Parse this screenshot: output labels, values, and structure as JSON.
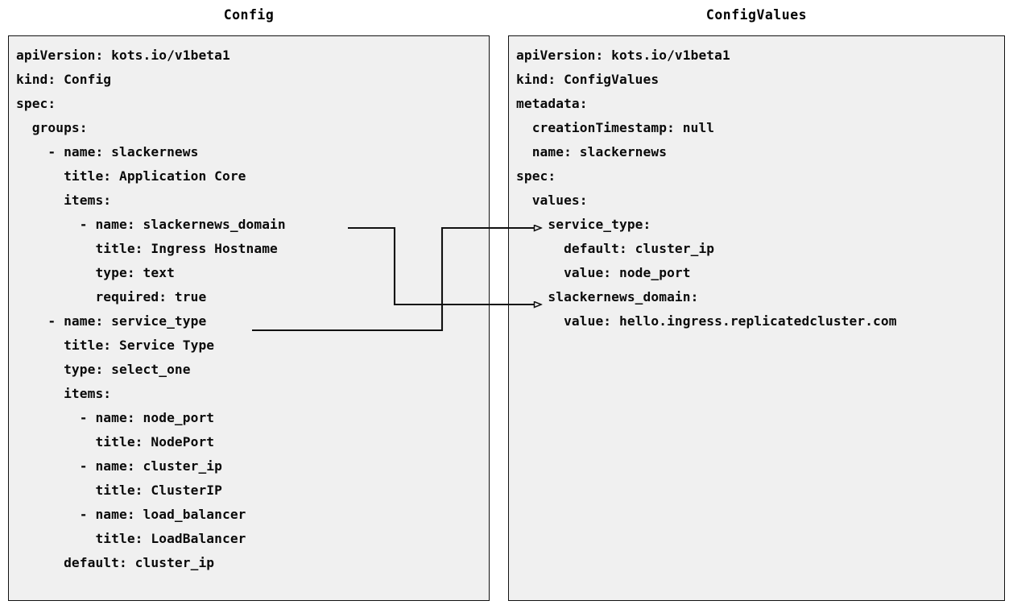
{
  "diagram": {
    "type": "two-panel-yaml-mapping",
    "background_color": "#ffffff",
    "panel_fill": "#f0f0f0",
    "panel_border": "#111111",
    "text_color": "#0a0a0a",
    "connector_color": "#111111"
  },
  "left_panel": {
    "title": "Config",
    "kind": "Config",
    "lines": [
      "apiVersion: kots.io/v1beta1",
      "kind: Config",
      "spec:",
      "  groups:",
      "    - name: slackernews",
      "      title: Application Core",
      "      items:",
      "        - name: slackernews_domain",
      "          title: Ingress Hostname",
      "          type: text",
      "          required: true",
      "    - name: service_type",
      "      title: Service Type",
      "      type: select_one",
      "      items:",
      "        - name: node_port",
      "          title: NodePort",
      "        - name: cluster_ip",
      "          title: ClusterIP",
      "        - name: load_balancer",
      "          title: LoadBalancer",
      "      default: cluster_ip"
    ]
  },
  "right_panel": {
    "title": "ConfigValues",
    "kind": "ConfigValues",
    "lines": [
      "apiVersion: kots.io/v1beta1",
      "kind: ConfigValues",
      "metadata:",
      "  creationTimestamp: null",
      "  name: slackernews",
      "spec:",
      "  values:",
      "    service_type:",
      "      default: cluster_ip",
      "      value: node_port",
      "    slackernews_domain:",
      "      value: hello.ingress.replicatedcluster.com"
    ]
  },
  "connectors": [
    {
      "id": "slackernews-domain-link",
      "from_label": "slackernews_domain",
      "to_label": "slackernews_domain:",
      "arrowhead": "open-triangle"
    },
    {
      "id": "service-type-link",
      "from_label": "service_type",
      "to_label": "service_type:",
      "arrowhead": "open-triangle"
    }
  ]
}
